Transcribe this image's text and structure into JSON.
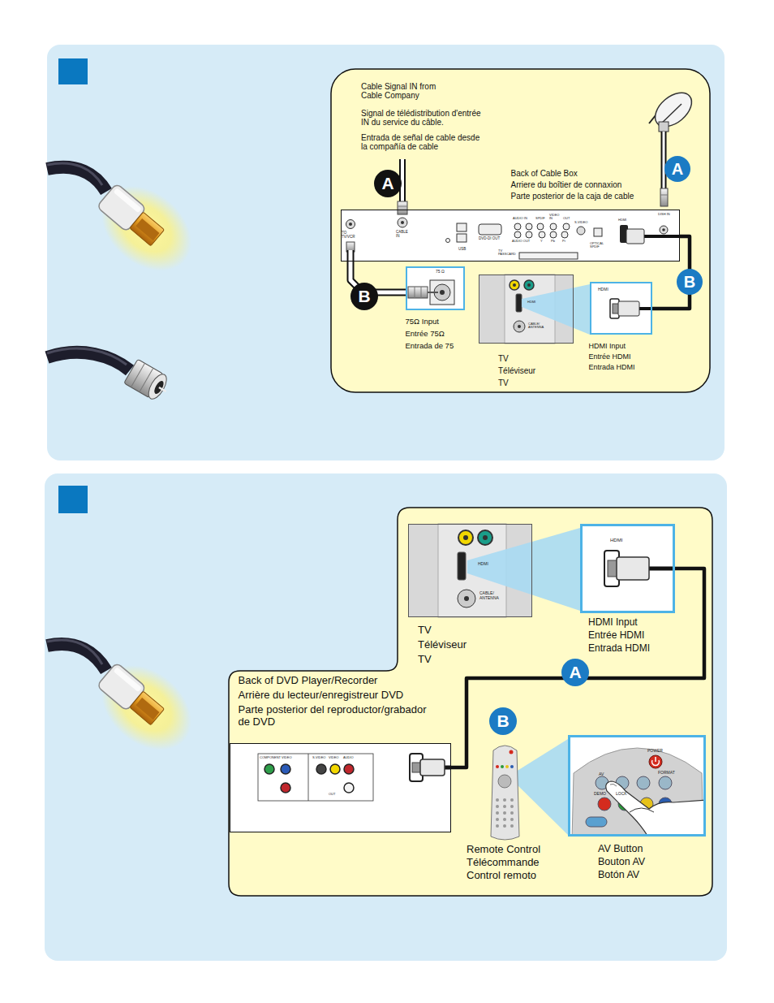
{
  "diagram": {
    "nodes": [
      {
        "text": [
          "Back of Cable Box",
          "Arriere du boîtier de connaxion",
          "Parte posterior de la caja de cable"
        ]
      },
      {
        "text": [
          "75Ω Input",
          "Entrée 75Ω",
          "Entrada de 75"
        ]
      },
      {
        "text": [
          "TV",
          "Téléviseur",
          "TV"
        ]
      },
      {
        "text": [
          "HDMI Input",
          "Entrée HDMI",
          "Entrada HDMI"
        ]
      },
      {
        "text": [
          "TV",
          "Téléviseur",
          "TV"
        ]
      },
      {
        "text": [
          "HDMI Input",
          "Entrée HDMI",
          "Entrada HDMI"
        ]
      },
      {
        "text": [
          "Back of DVD Player/Recorder",
          "Arrière du lecteur/enregistreur DVD",
          "Parte posterior del reproductor/grabador de DVD"
        ]
      },
      {
        "text": [
          "Remote Control",
          "Télécommande",
          "Control remoto"
        ]
      },
      {
        "text": [
          "AV Button",
          "Bouton AV",
          "Botón AV"
        ]
      }
    ],
    "edges": [
      {
        "from": 0,
        "to": 1,
        "arrow": "none"
      },
      {
        "from": 0,
        "to": 3,
        "arrow": "none"
      },
      {
        "from": 6,
        "to": 5,
        "arrow": "none"
      }
    ],
    "labels": [
      "Cable Signal IN from Cable Company",
      "Signal de télédistribution d'entrée IN du service du câble.",
      "Entrada de señal de cable desde la compañía de cable",
      "A",
      "A",
      "TO TV/VCR",
      "CABLE IN",
      "USB",
      "DVD-DI OUT",
      "AUDIO IN",
      "SPDIF",
      "VIDEO IN",
      "OUT",
      "AUDIO OUT",
      "Y",
      "Pb",
      "Pr",
      "S-VIDEO",
      "OPTICAL SPDIF",
      "TV PASSCARD",
      "HDMI",
      "DISH IN",
      "B",
      "B",
      "75 Ω",
      "HDMI",
      "CABLE/ ANTENNA",
      "HDMI",
      "HDMI",
      "CABLE/ ANTENNA",
      "HDMI",
      "A",
      "B",
      "COMPONENT VIDEO",
      "S-VIDEO",
      "VIDEO",
      "AUDIO",
      "OUT",
      "POWER",
      "AV",
      "FORMAT",
      "DEMO",
      "LOCK"
    ]
  }
}
